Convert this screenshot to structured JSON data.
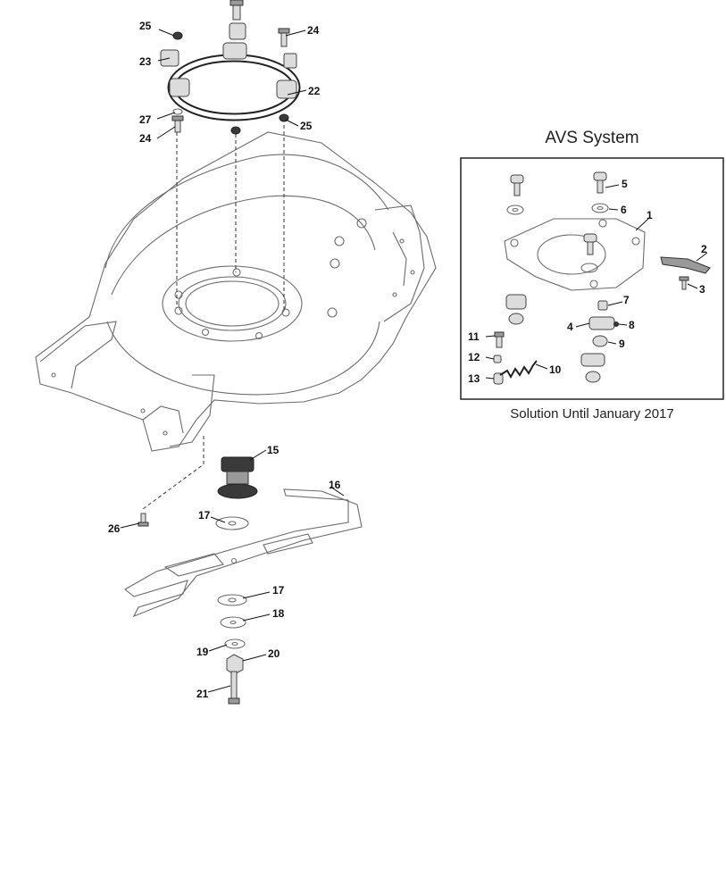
{
  "inset": {
    "title": "AVS System",
    "caption": "Solution Until January 2017"
  },
  "callouts": {
    "c1": "1",
    "c2": "2",
    "c3": "3",
    "c4": "4",
    "c5": "5",
    "c6": "6",
    "c7": "7",
    "c8": "8",
    "c9": "9",
    "c10": "10",
    "c11": "11",
    "c12": "12",
    "c13": "13",
    "c15": "15",
    "c16": "16",
    "c17a": "17",
    "c17b": "17",
    "c18": "18",
    "c19": "19",
    "c20": "20",
    "c21": "21",
    "c22": "22",
    "c23": "23",
    "c24a": "24",
    "c24b": "24",
    "c25a": "25",
    "c25b": "25",
    "c26": "26",
    "c27": "27"
  }
}
